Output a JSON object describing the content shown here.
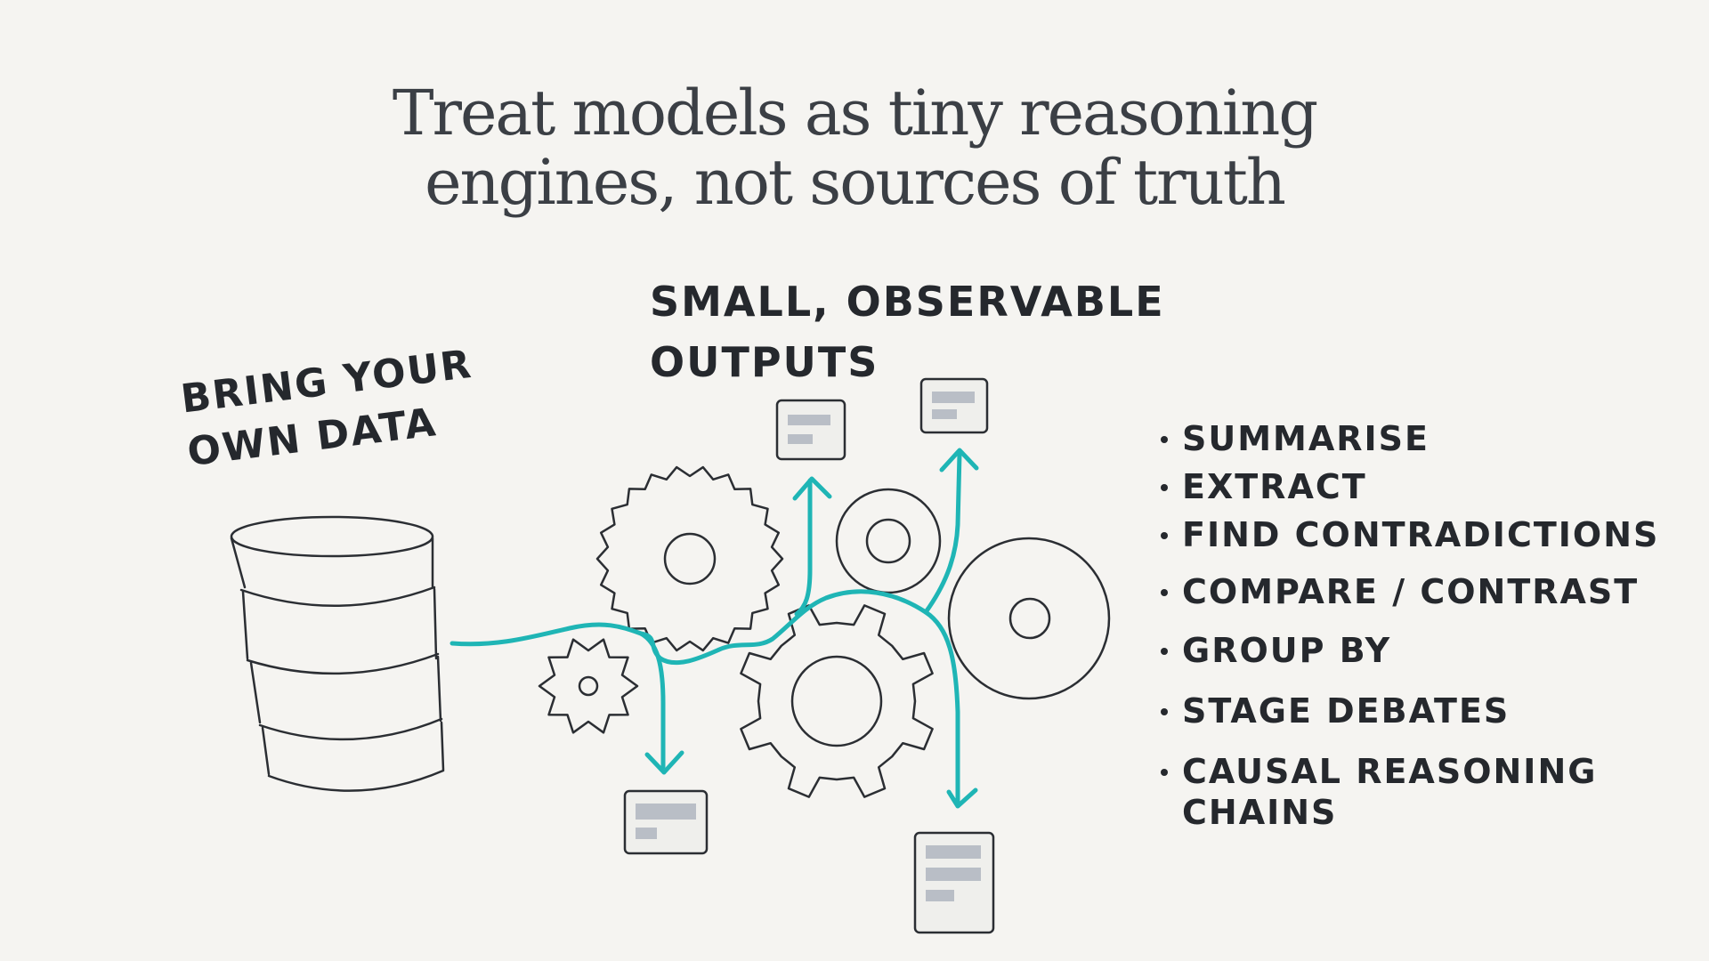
{
  "title": {
    "line1": "Treat models as tiny reasoning",
    "line2": "engines, not sources of truth"
  },
  "labels": {
    "bring_data_line1": "BRING YOUR",
    "bring_data_line2": "OWN DATA",
    "outputs_line1": "SMALL, OBSERVABLE",
    "outputs_line2": "OUTPUTS"
  },
  "capabilities": [
    "SUMMARISE",
    "EXTRACT",
    "FIND CONTRADICTIONS",
    "COMPARE / CONTRAST",
    "GROUP BY",
    "STAGE DEBATES",
    "CAUSAL REASONING CHAINS"
  ],
  "colors": {
    "background": "#f5f4f1",
    "ink": "#25282d",
    "flow": "#1fb5b5",
    "doc_fill": "#e8e8e6",
    "doc_line": "#b9bec6"
  },
  "icons": {
    "database": "database-cylinder-icon",
    "gears": "gear-icon",
    "documents": "document-icon",
    "arrows": "flow-arrow-icon"
  }
}
